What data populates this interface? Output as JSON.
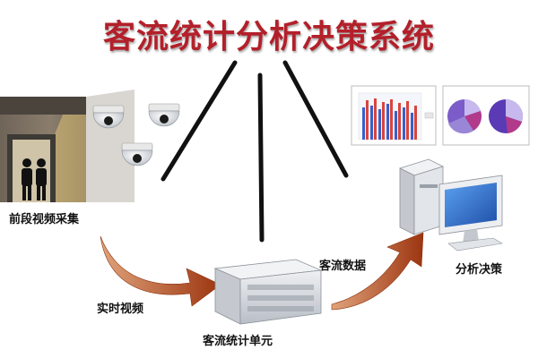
{
  "title": "客流统计分析决策系统",
  "labels": {
    "capture": "前段视频采集",
    "realtime": "实时视频",
    "flow_data": "客流数据",
    "unit": "客流统计单元",
    "decision": "分析决策"
  },
  "colors": {
    "title": "#b3202a",
    "arrow": "#b5491b",
    "line": "#111111",
    "bar_red": "#d9453c",
    "bar_blue": "#3b5fc9",
    "pie_purple": "#7b5cc8",
    "pie_magenta": "#b23a8a",
    "monitor_blue": "#2f6fd0",
    "device_gray": "#d8dbe0"
  },
  "icons": {
    "cameras": "dome-camera-icon",
    "people": "people-silhouette-icon",
    "server": "server-icon",
    "computer": "desktop-computer-icon",
    "bar_chart": "bar-chart-icon",
    "pie_chart": "pie-chart-icon"
  }
}
